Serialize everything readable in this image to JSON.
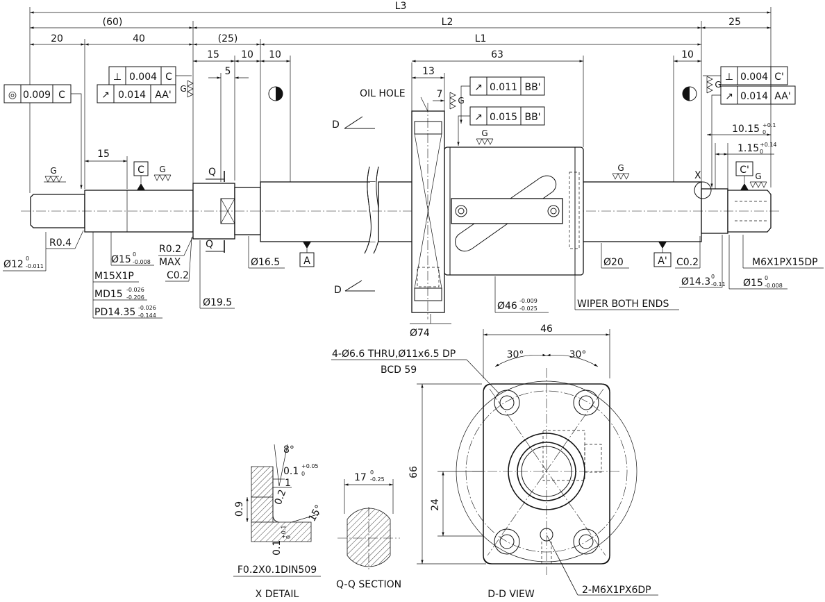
{
  "dimensions": {
    "L3": "L3",
    "L2": "L2",
    "L1": "L1",
    "d60": "(60)",
    "d20": "20",
    "d40": "40",
    "d25p": "(25)",
    "d25": "25",
    "d15a": "15",
    "d10a": "10",
    "d10b": "10",
    "d63": "63",
    "d10c": "10",
    "d5": "5",
    "d13": "13",
    "d7": "7",
    "d15b": "15",
    "d10_15": "10.15",
    "d10_15_tol_u": "+0.1",
    "d10_15_tol_l": "0",
    "d1_15": "1.15",
    "d1_15_tol_u": "+0.14",
    "d1_15_tol_l": "0",
    "d46": "46",
    "d66": "66",
    "d24": "24",
    "a30l": "30°",
    "a30r": "30°",
    "d17": "17",
    "d17_tol_u": "0",
    "d17_tol_l": "-0.25"
  },
  "tolerance_frames": {
    "concentricity": {
      "symbol": "◎",
      "value": "0.009",
      "datum": "C"
    },
    "perp_left": {
      "symbol": "⊥",
      "value": "0.004",
      "datum": "C"
    },
    "runout_left": {
      "symbol": "↗",
      "value": "0.014",
      "datum": "AA'"
    },
    "runout_nut1": {
      "symbol": "↗",
      "value": "0.011",
      "datum": "BB'"
    },
    "runout_nut2": {
      "symbol": "↗",
      "value": "0.015",
      "datum": "BB'"
    },
    "perp_right": {
      "symbol": "⊥",
      "value": "0.004",
      "datum": "C'"
    },
    "runout_right": {
      "symbol": "↗",
      "value": "0.014",
      "datum": "AA'"
    }
  },
  "datums": {
    "C": "C",
    "C_prime": "C'",
    "A": "A",
    "A_prime": "A'"
  },
  "labels": {
    "g": "G",
    "q": "Q",
    "d": "D",
    "x": "X",
    "oil_hole": "OIL HOLE",
    "r04": "R0.4",
    "d12": "Ø12",
    "d12_tol_u": "0",
    "d12_tol_l": "-0.011",
    "d15l": "Ø15",
    "d15l_tol_u": "0",
    "d15l_tol_l": "-0.008",
    "m15": "M15X1P",
    "md15": "MD15",
    "md15_tol_u": "-0.026",
    "md15_tol_l": "-0.206",
    "pd14": "PD14.35",
    "pd14_tol_u": "-0.026",
    "pd14_tol_l": "-0.144",
    "r02": "R0.2",
    "max": "MAX",
    "c02l": "C0.2",
    "d19_5": "Ø19.5",
    "d16_5": "Ø16.5",
    "d74": "Ø74",
    "d46n": "Ø46",
    "d46n_tol_u": "-0.009",
    "d46n_tol_l": "-0.025",
    "wiper": "WIPER BOTH ENDS",
    "d20": "Ø20",
    "c02r": "C0.2",
    "m6": "M6X1PX15DP",
    "d14_3": "Ø14.3",
    "d14_3_tol_u": "0",
    "d14_3_tol_l": "-0.11",
    "d15r": "Ø15",
    "d15r_tol_u": "0",
    "d15r_tol_l": "-0.008",
    "holes": "4-Ø6.6 THRU,Ø11x6.5 DP",
    "bcd": "BCD 59",
    "m6x": "2-M6X1PX6DP"
  },
  "x_detail": {
    "a8": "8°",
    "v01": "0.1",
    "v01_tol_u": "+0.05",
    "v01_tol_l": "0",
    "v1": "1",
    "v02": "0.2",
    "v09": "0.9",
    "a15": "15°",
    "v01b": "0.1",
    "v01b_tol_u": "+0.1",
    "v01b_tol_l": "0",
    "spec": "F0.2X0.1DIN509",
    "title": "X DETAIL"
  },
  "titles": {
    "qq": "Q-Q SECTION",
    "dd": "D-D VIEW"
  }
}
